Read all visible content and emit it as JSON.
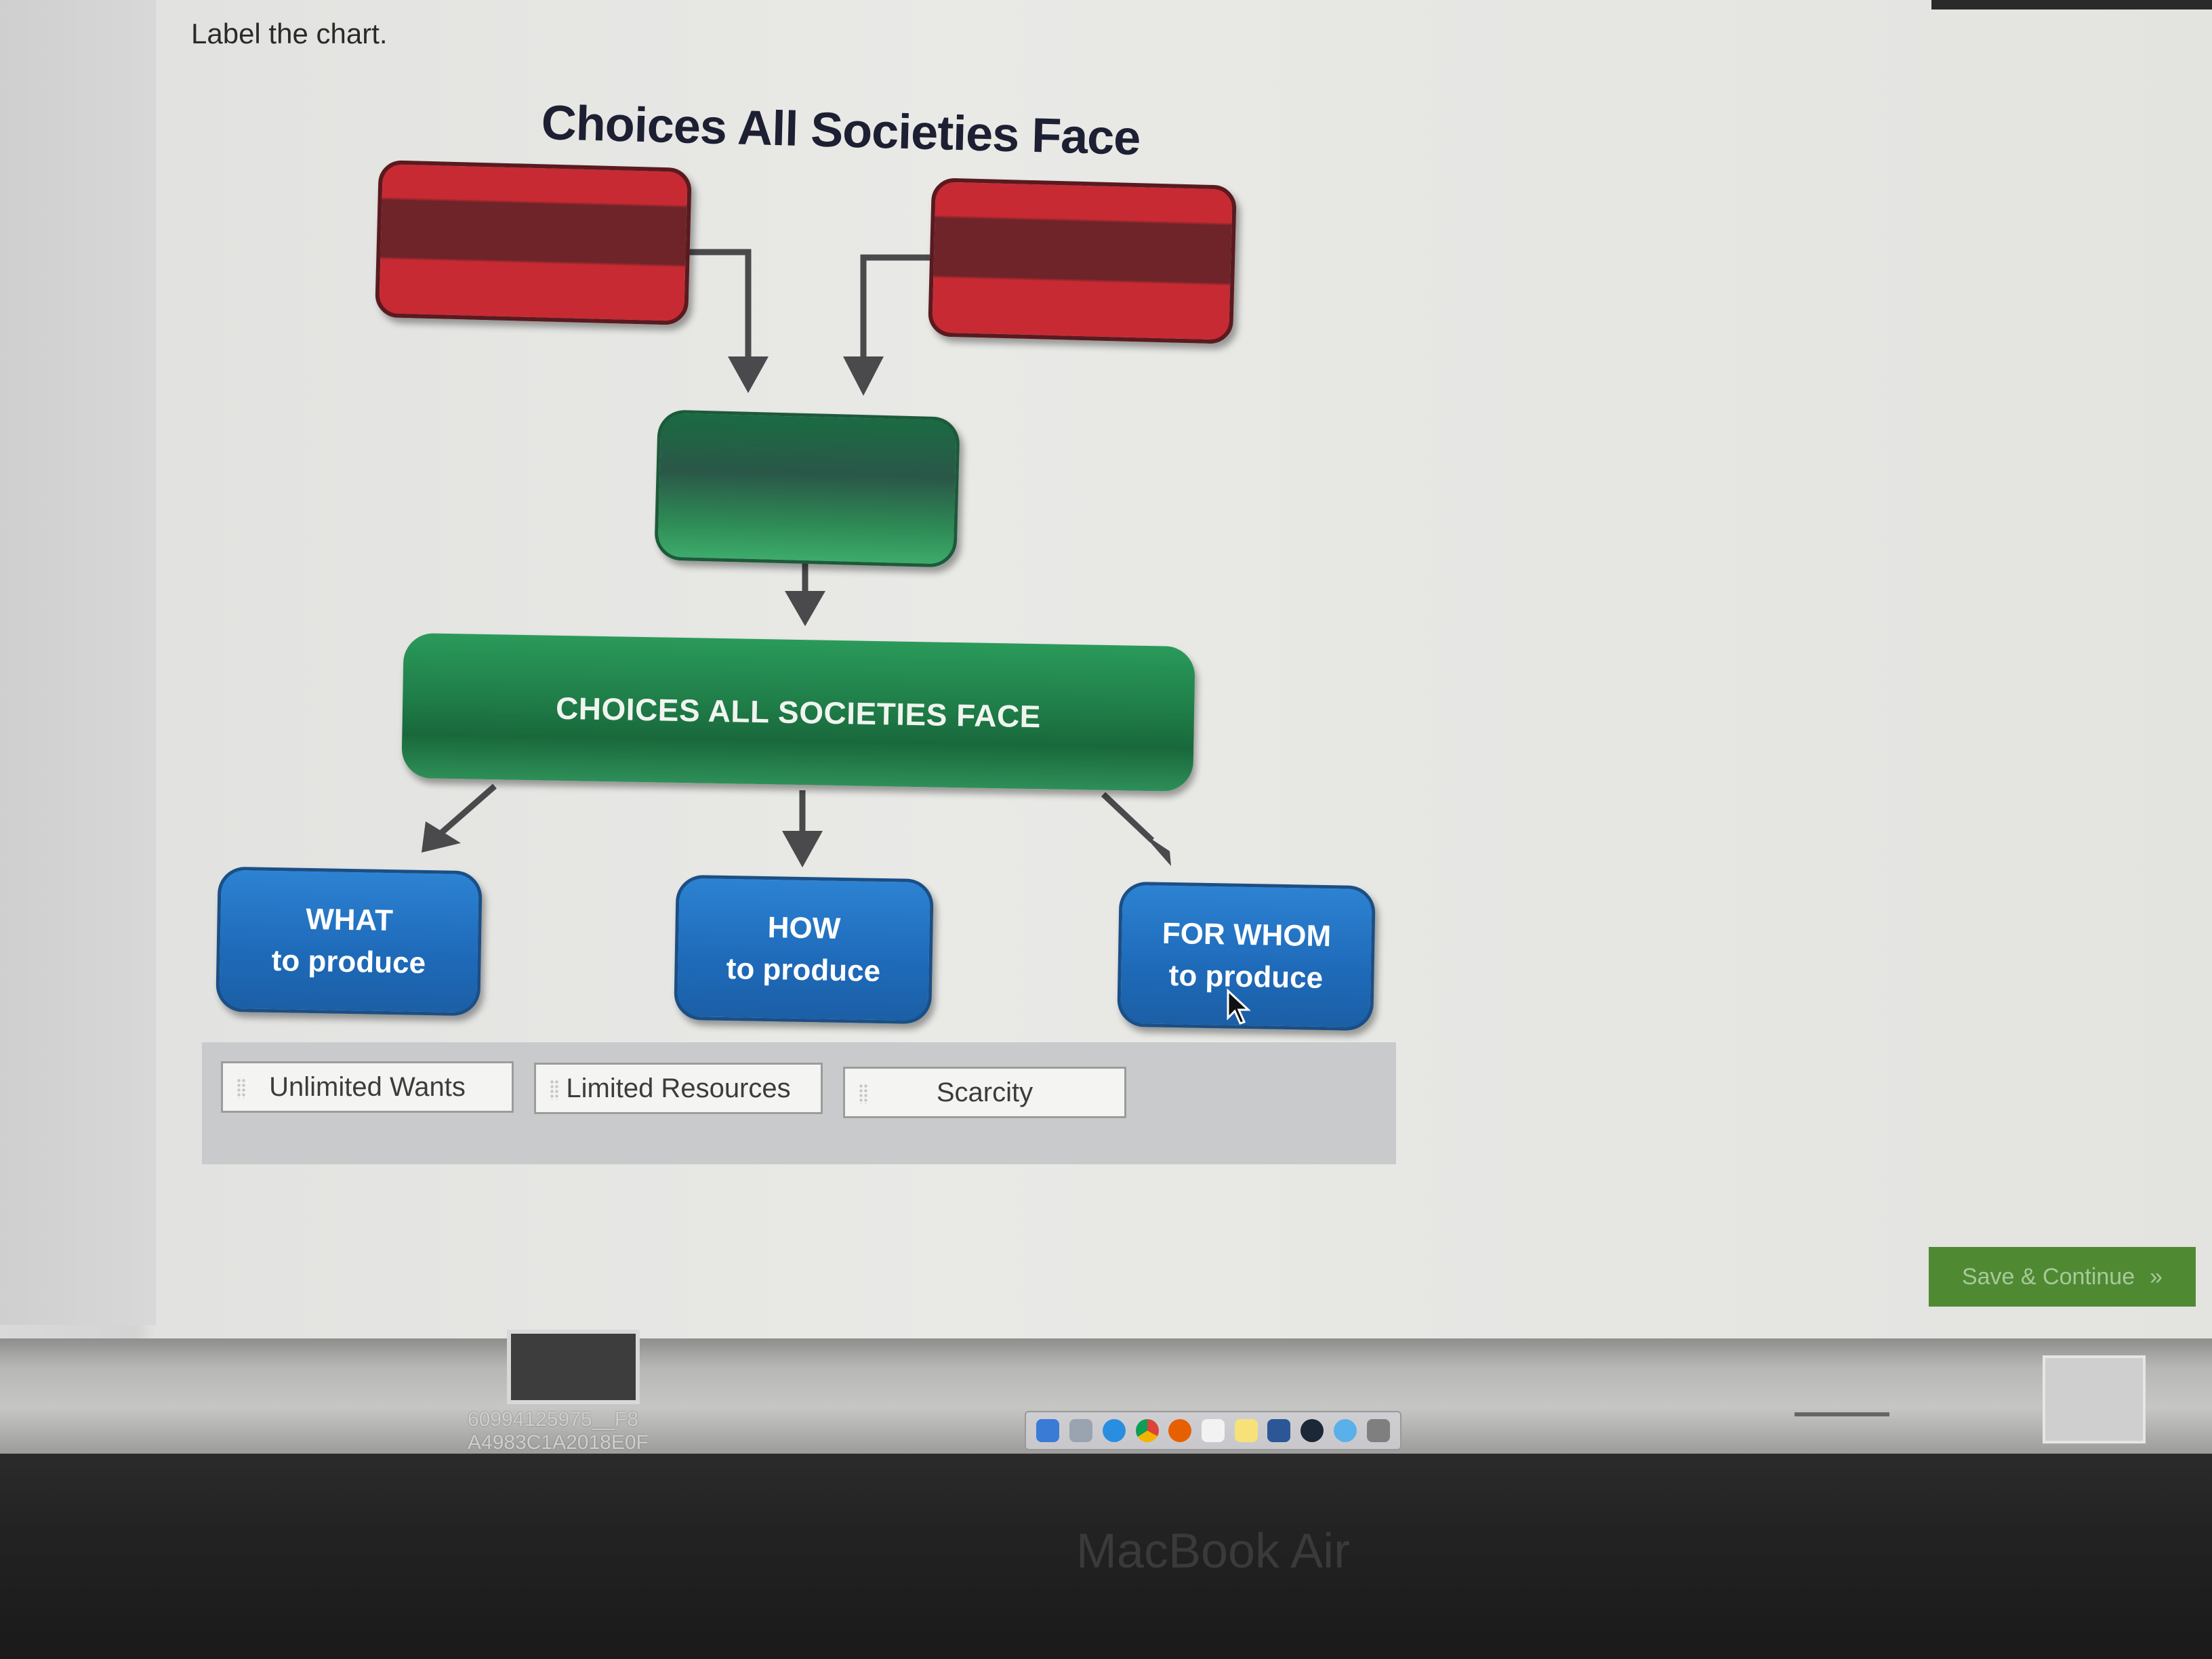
{
  "prompt": "Label the chart.",
  "diagram": {
    "title": "Choices All Societies Face",
    "center_label": "CHOICES ALL SOCIETIES FACE",
    "outcomes": [
      {
        "line1": "WHAT",
        "line2": "to produce"
      },
      {
        "line1": "HOW",
        "line2": "to produce"
      },
      {
        "line1": "FOR WHOM",
        "line2": "to produce"
      }
    ],
    "colors": {
      "input_red": "#c72a33",
      "middle_green": "#1f7d48",
      "outcome_blue": "#1e6ab9"
    }
  },
  "label_bank": [
    "Unlimited Wants",
    "Limited Resources",
    "Scarcity"
  ],
  "save_button": {
    "label": "Save & Continue",
    "icon": "double-chevron-right-icon",
    "color": "#4f8a33"
  },
  "desktop": {
    "file_label_line1": "60994125975__F8",
    "file_label_line2": "A4983C1A2018E0F"
  },
  "device_label": "MacBook Air"
}
